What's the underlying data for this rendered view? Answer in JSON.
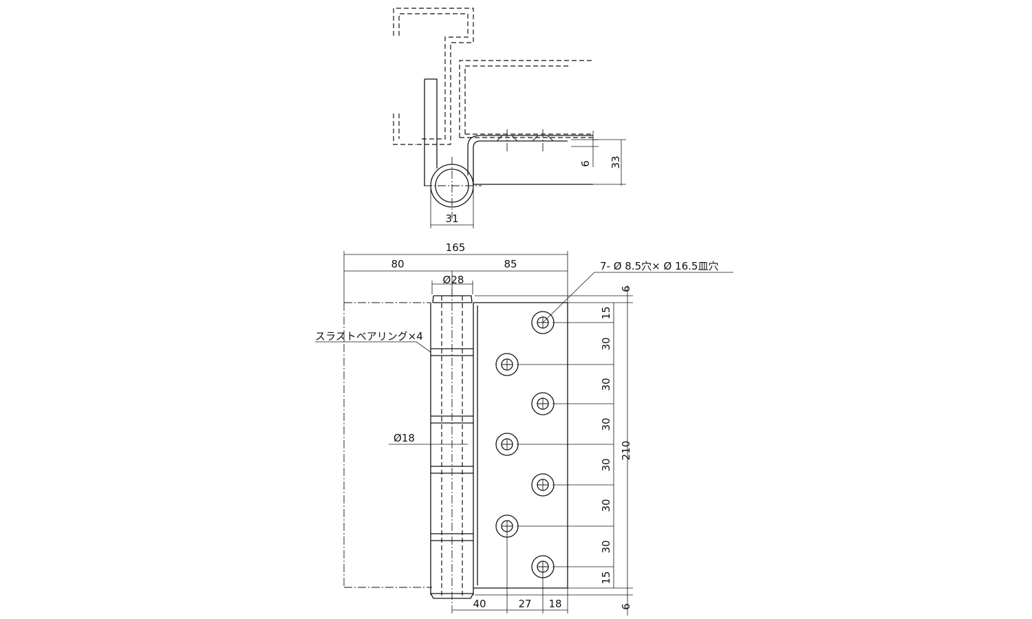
{
  "labels": {
    "hole_spec": "7- Ø 8.5穴× Ø 16.5皿穴",
    "bearing_note": "スラストベアリング×4",
    "dia_knuckle": "Ø28",
    "dia_pin": "Ø18"
  },
  "dimensions": {
    "top_offset": "6",
    "top_depth": "33",
    "knuckle_width": "31",
    "overall_width": "165",
    "left_leaf": "80",
    "right_leaf": "85",
    "height": "210",
    "edge_top": "6",
    "edge_bottom": "6",
    "pitch_1": "15",
    "pitch_2": "30",
    "pitch_3": "30",
    "pitch_4": "30",
    "pitch_5": "30",
    "pitch_6": "30",
    "pitch_7": "30",
    "pitch_8": "15",
    "hole_x1": "40",
    "hole_x2": "27",
    "hole_x3": "18"
  }
}
